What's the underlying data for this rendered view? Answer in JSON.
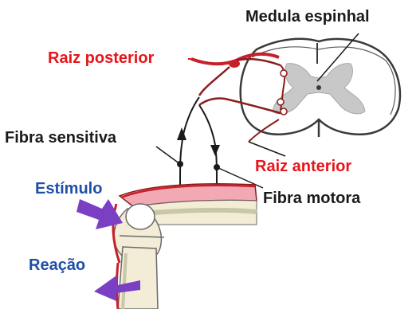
{
  "labels": {
    "spinal_cord": "Medula espinhal",
    "posterior_root": "Raiz posterior",
    "sensory_fiber": "Fibra sensitiva",
    "anterior_root": "Raiz anterior",
    "stimulus": "Estímulo",
    "motor_fiber": "Fibra motora",
    "reaction": "Reação"
  },
  "colors": {
    "label_red": "#e8141b",
    "label_blue": "#1f4fa8",
    "label_black": "#1a1a1a",
    "nerve": "#8b1c1c",
    "nerve_bright": "#c8202a",
    "arrow_purple": "#7b3fc4",
    "cord_grey": "#c8c8c8"
  }
}
